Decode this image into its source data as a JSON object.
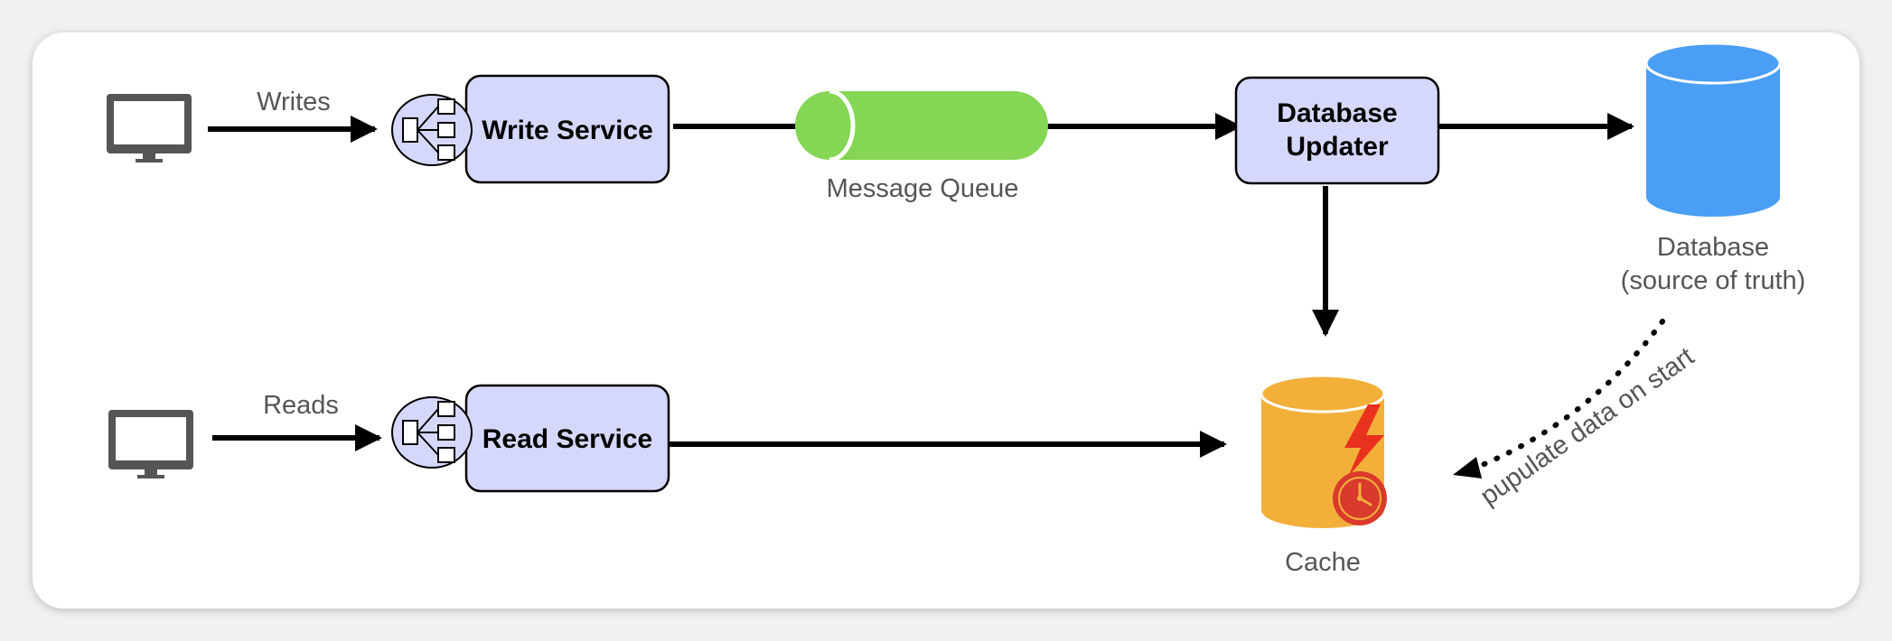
{
  "diagram": {
    "edge_labels": {
      "writes": "Writes",
      "reads": "Reads",
      "populate": "pupulate data on start"
    },
    "nodes": {
      "write_service": "Write Service",
      "read_service": "Read Service",
      "message_queue": "Message Queue",
      "db_updater_line1": "Database",
      "db_updater_line2": "Updater",
      "database_line1": "Database",
      "database_line2": "(source of truth)",
      "cache": "Cache"
    },
    "colors": {
      "service_fill": "#d6d8fb",
      "queue_fill": "#84d654",
      "database_fill": "#4a9ef5",
      "cache_fill": "#f2b03b",
      "cache_bolt": "#e8321e",
      "cache_clock": "#d93a2b"
    },
    "icons": [
      "monitor-icon",
      "load-balancer-icon",
      "lightning-icon",
      "clock-icon"
    ]
  }
}
